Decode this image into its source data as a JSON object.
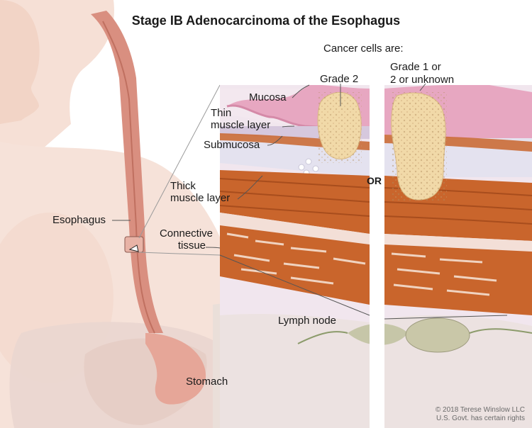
{
  "title": "Stage IB Adenocarcinoma of the Esophagus",
  "cancer_cells_heading": "Cancer cells are:",
  "grade_left": "Grade 2",
  "grade_right": [
    "Grade 1 or",
    "2 or unknown"
  ],
  "or_label": "OR",
  "layers": {
    "mucosa": "Mucosa",
    "thin_muscle": [
      "Thin",
      "muscle layer"
    ],
    "submucosa": "Submucosa",
    "thick_muscle": [
      "Thick",
      "muscle layer"
    ],
    "connective": [
      "Connective",
      "tissue"
    ]
  },
  "organs": {
    "esophagus": "Esophagus",
    "stomach": "Stomach",
    "lymph_node": "Lymph node"
  },
  "copyright": [
    "© 2018 Terese Winslow LLC",
    "U.S. Govt. has certain rights"
  ],
  "colors": {
    "skin": "#f4d9cc",
    "esophagus": "#d98f80",
    "mucosa": "#e7a7c1",
    "submucosa": "#e4e2ef",
    "muscle": "#c9652c",
    "connective": "#f3dfd7",
    "tumor": "#f1d9a8",
    "lymph_node": "#c9c7a8"
  }
}
